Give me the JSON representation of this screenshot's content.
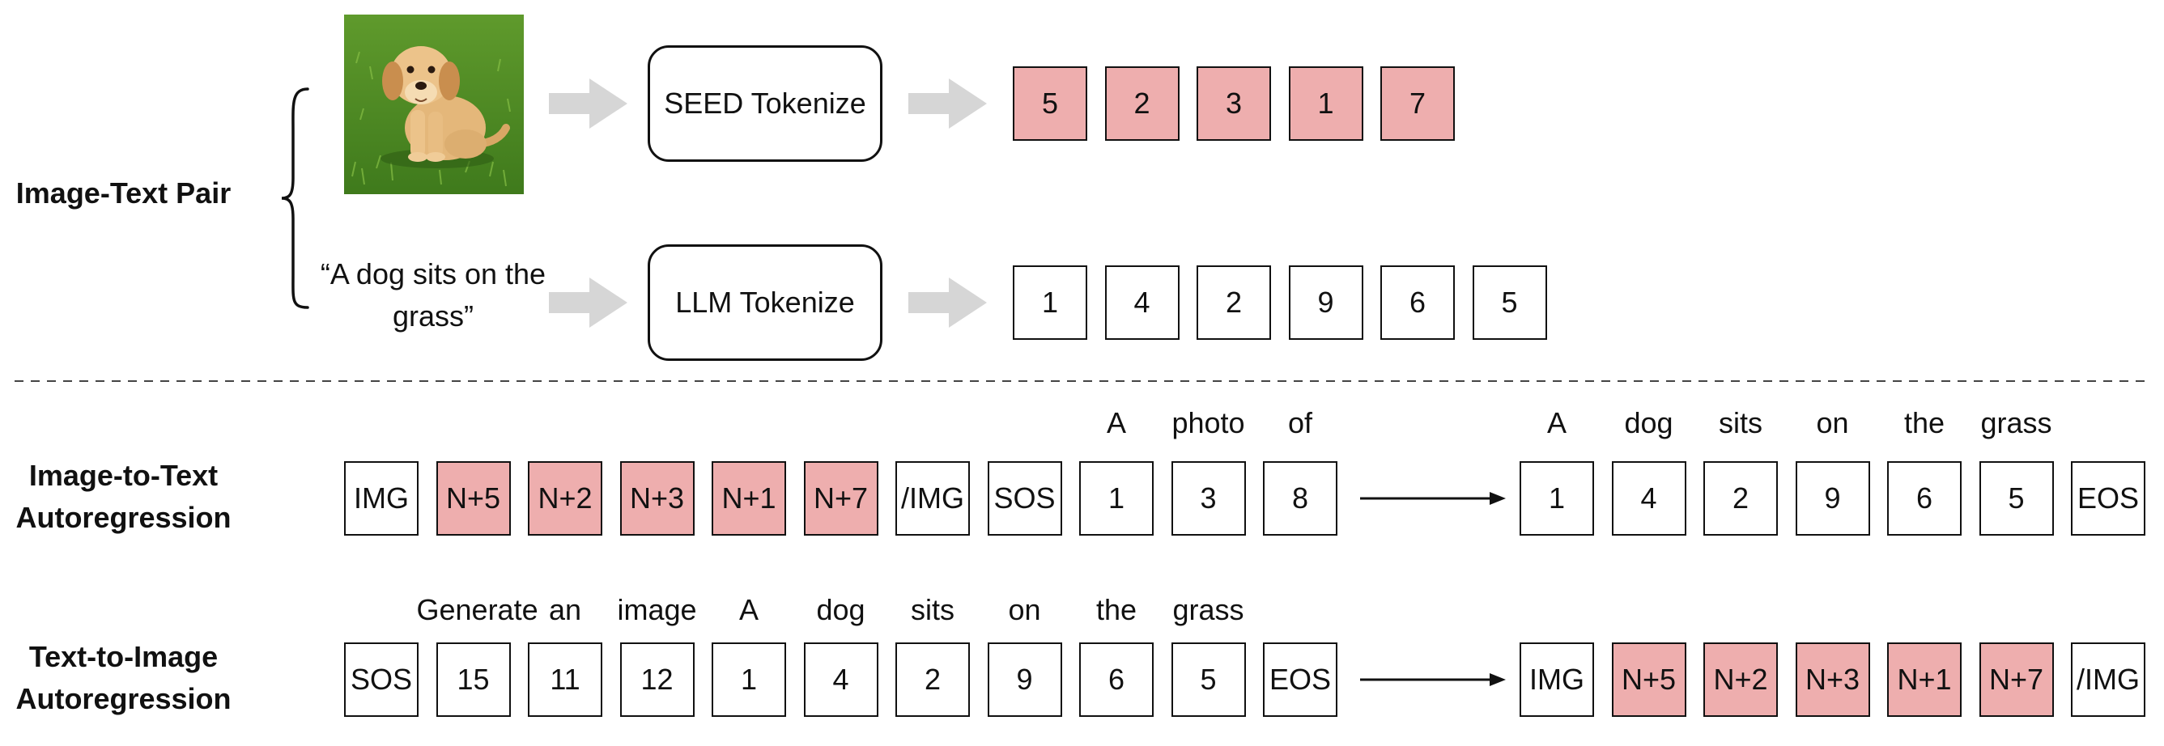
{
  "pair": {
    "label": "Image-Text Pair",
    "caption": "“A dog sits on the grass”",
    "image_alt": "puppy photo",
    "seed_block": "SEED Tokenize",
    "llm_block": "LLM Tokenize",
    "image_tokens": [
      "5",
      "2",
      "3",
      "1",
      "7"
    ],
    "text_tokens": [
      "1",
      "4",
      "2",
      "9",
      "6",
      "5"
    ]
  },
  "i2t": {
    "label_line1": "Image-to-Text",
    "label_line2": "Autoregression",
    "input_tokens": [
      {
        "text": "IMG",
        "type": "special"
      },
      {
        "text": "N+5",
        "type": "image"
      },
      {
        "text": "N+2",
        "type": "image"
      },
      {
        "text": "N+3",
        "type": "image"
      },
      {
        "text": "N+1",
        "type": "image"
      },
      {
        "text": "N+7",
        "type": "image"
      },
      {
        "text": "/IMG",
        "type": "special"
      },
      {
        "text": "SOS",
        "type": "special"
      },
      {
        "text": "1",
        "type": "text",
        "word": "A"
      },
      {
        "text": "3",
        "type": "text",
        "word": "photo"
      },
      {
        "text": "8",
        "type": "text",
        "word": "of"
      }
    ],
    "output_tokens": [
      {
        "text": "1",
        "type": "text",
        "word": "A"
      },
      {
        "text": "4",
        "type": "text",
        "word": "dog"
      },
      {
        "text": "2",
        "type": "text",
        "word": "sits"
      },
      {
        "text": "9",
        "type": "text",
        "word": "on"
      },
      {
        "text": "6",
        "type": "text",
        "word": "the"
      },
      {
        "text": "5",
        "type": "text",
        "word": "grass"
      },
      {
        "text": "EOS",
        "type": "special"
      }
    ]
  },
  "t2i": {
    "label_line1": "Text-to-Image",
    "label_line2": "Autoregression",
    "input_tokens": [
      {
        "text": "SOS",
        "type": "special"
      },
      {
        "text": "15",
        "type": "text",
        "word": "Generate"
      },
      {
        "text": "11",
        "type": "text",
        "word": "an"
      },
      {
        "text": "12",
        "type": "text",
        "word": "image"
      },
      {
        "text": "1",
        "type": "text",
        "word": "A"
      },
      {
        "text": "4",
        "type": "text",
        "word": "dog"
      },
      {
        "text": "2",
        "type": "text",
        "word": "sits"
      },
      {
        "text": "9",
        "type": "text",
        "word": "on"
      },
      {
        "text": "6",
        "type": "text",
        "word": "the"
      },
      {
        "text": "5",
        "type": "text",
        "word": "grass"
      },
      {
        "text": "EOS",
        "type": "special"
      }
    ],
    "output_tokens": [
      {
        "text": "IMG",
        "type": "special"
      },
      {
        "text": "N+5",
        "type": "image"
      },
      {
        "text": "N+2",
        "type": "image"
      },
      {
        "text": "N+3",
        "type": "image"
      },
      {
        "text": "N+1",
        "type": "image"
      },
      {
        "text": "N+7",
        "type": "image"
      },
      {
        "text": "/IMG",
        "type": "special"
      }
    ]
  },
  "colors": {
    "image_token_fill": "#eeaeae",
    "text_token_fill": "#ffffff",
    "arrow_gray": "#d6d6d6"
  }
}
